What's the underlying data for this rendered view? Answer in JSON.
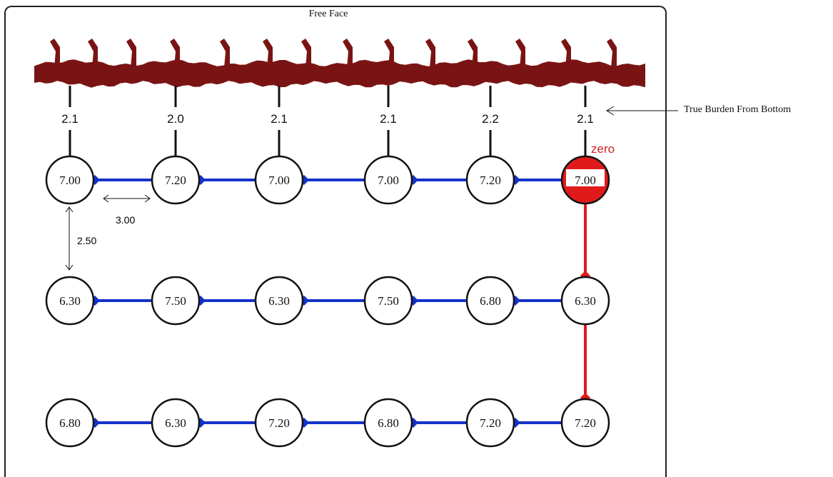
{
  "diagram": {
    "title": "Free Face",
    "side_label": "True Burden From Bottom",
    "zero_label": "zero",
    "burdens": [
      "2.1",
      "2.0",
      "2.1",
      "2.1",
      "2.2",
      "2.1"
    ],
    "spacing_label": "3.00",
    "row_spacing_label": "2.50",
    "rows": [
      [
        "7.00",
        "7.20",
        "7.00",
        "7.00",
        "7.20",
        "7.00"
      ],
      [
        "6.30",
        "7.50",
        "6.30",
        "7.50",
        "6.80",
        "6.30"
      ],
      [
        "6.80",
        "6.30",
        "7.20",
        "6.80",
        "7.20",
        "7.20"
      ]
    ],
    "initiation_hole": {
      "row": 0,
      "col": 5
    },
    "colors": {
      "face": "#7a1414",
      "connector_blue": "#1433c8",
      "connector_red": "#e01a1a",
      "initiation_fill": "#e01a1a",
      "zero_text": "#d42020",
      "outline": "#111111"
    }
  }
}
